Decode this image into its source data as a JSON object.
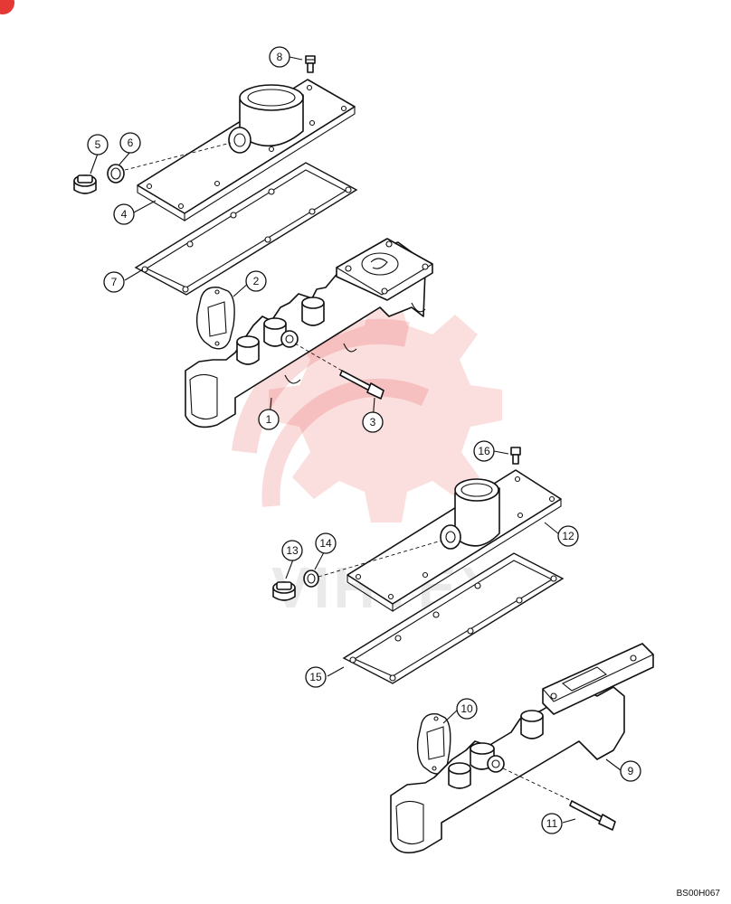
{
  "drawing_id": "BS00H067",
  "watermark_text": "VIHTEX",
  "colors": {
    "watermark": "#e53935",
    "line": "#111111",
    "corner_mark": "#e53935"
  },
  "callouts": [
    {
      "number": "1"
    },
    {
      "number": "2"
    },
    {
      "number": "3"
    },
    {
      "number": "4"
    },
    {
      "number": "5"
    },
    {
      "number": "6"
    },
    {
      "number": "7"
    },
    {
      "number": "8"
    },
    {
      "number": "9"
    },
    {
      "number": "10"
    },
    {
      "number": "11"
    },
    {
      "number": "12"
    },
    {
      "number": "13"
    },
    {
      "number": "14"
    },
    {
      "number": "15"
    },
    {
      "number": "16"
    }
  ]
}
